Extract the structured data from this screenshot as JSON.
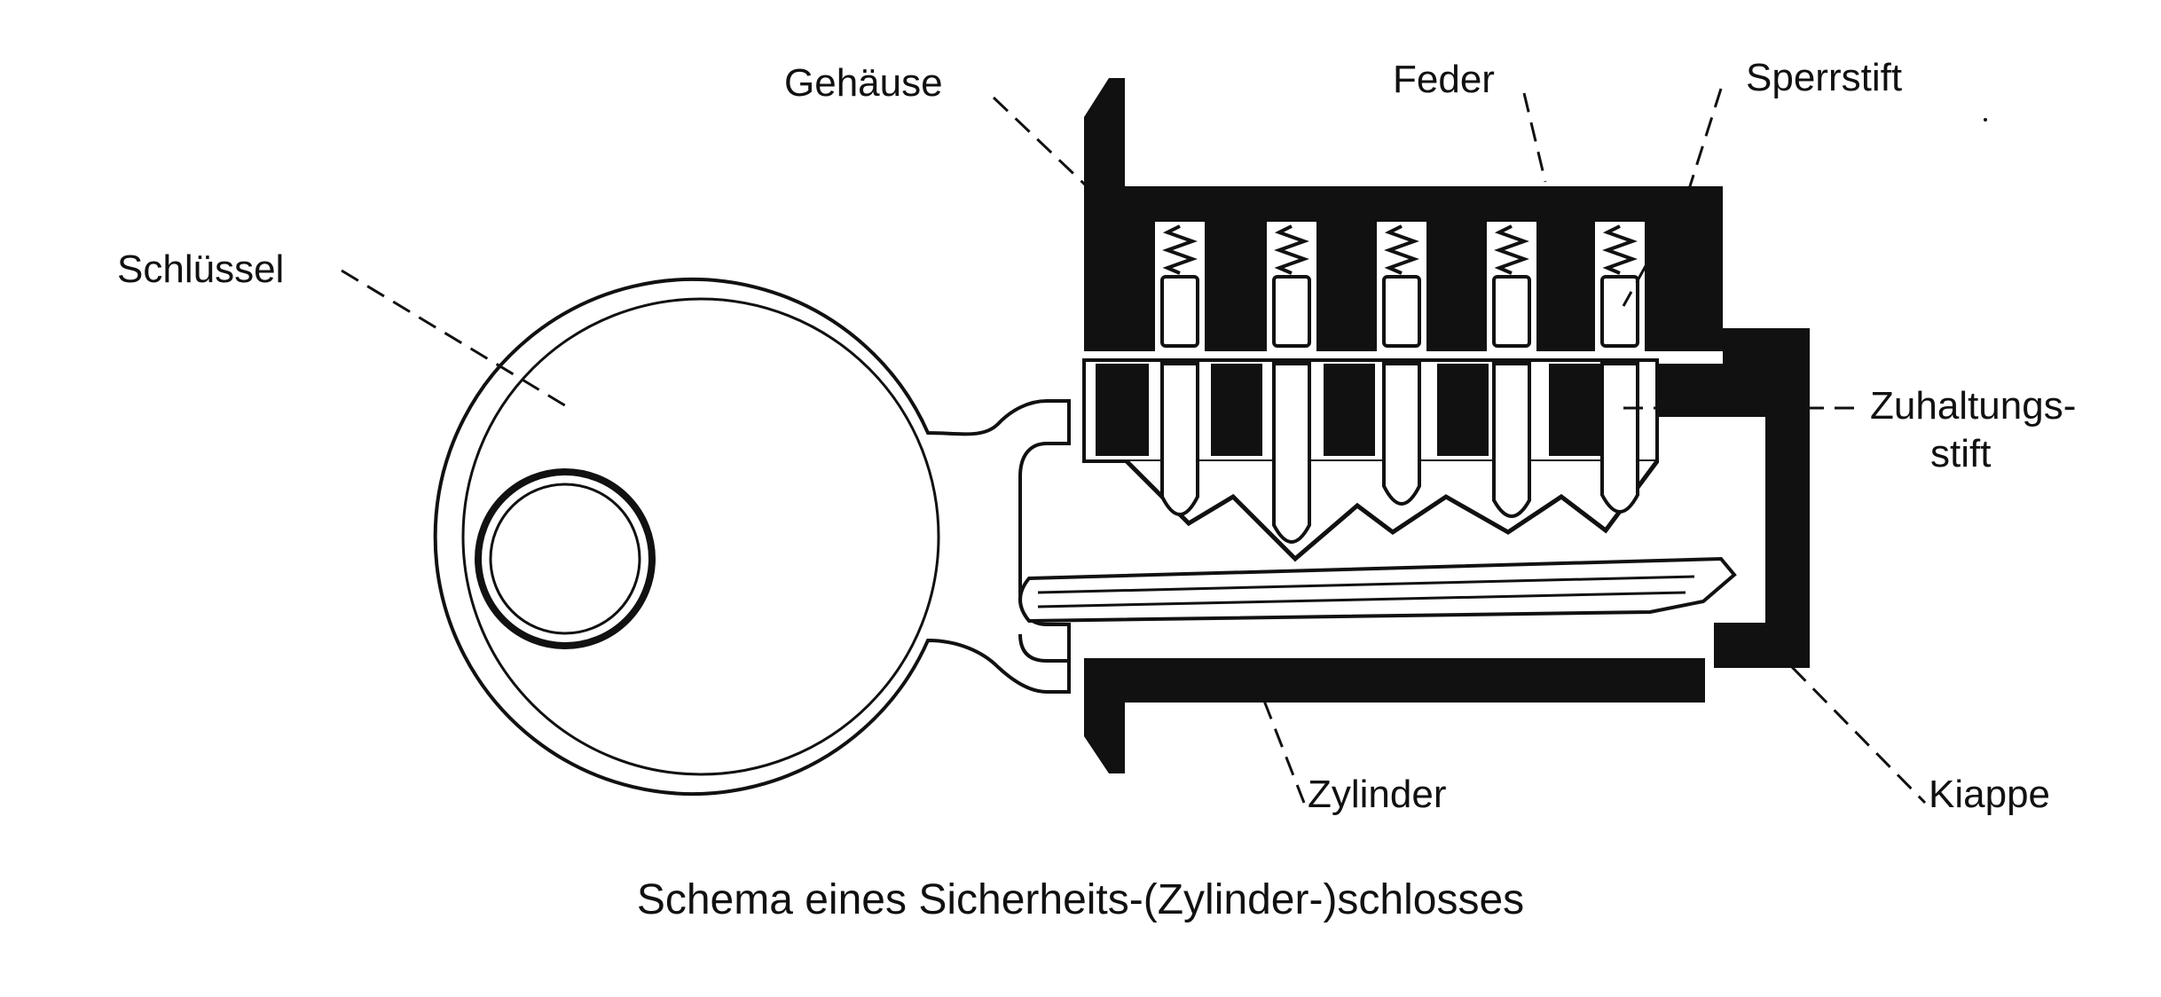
{
  "labels": {
    "gehaeuse": "Gehäuse",
    "feder": "Feder",
    "sperrstift": "Sperrstift",
    "schluessel": "Schlüssel",
    "zuhaltungsstift_line1": "Zuhaltungs-",
    "zuhaltungsstift_line2": "stift",
    "zylinder": "Zylinder",
    "klappe": "Kiappe"
  },
  "caption": "Schema eines Sicherheits-(Zylinder-)schlosses",
  "colors": {
    "ink": "#111111",
    "paper": "#ffffff"
  }
}
